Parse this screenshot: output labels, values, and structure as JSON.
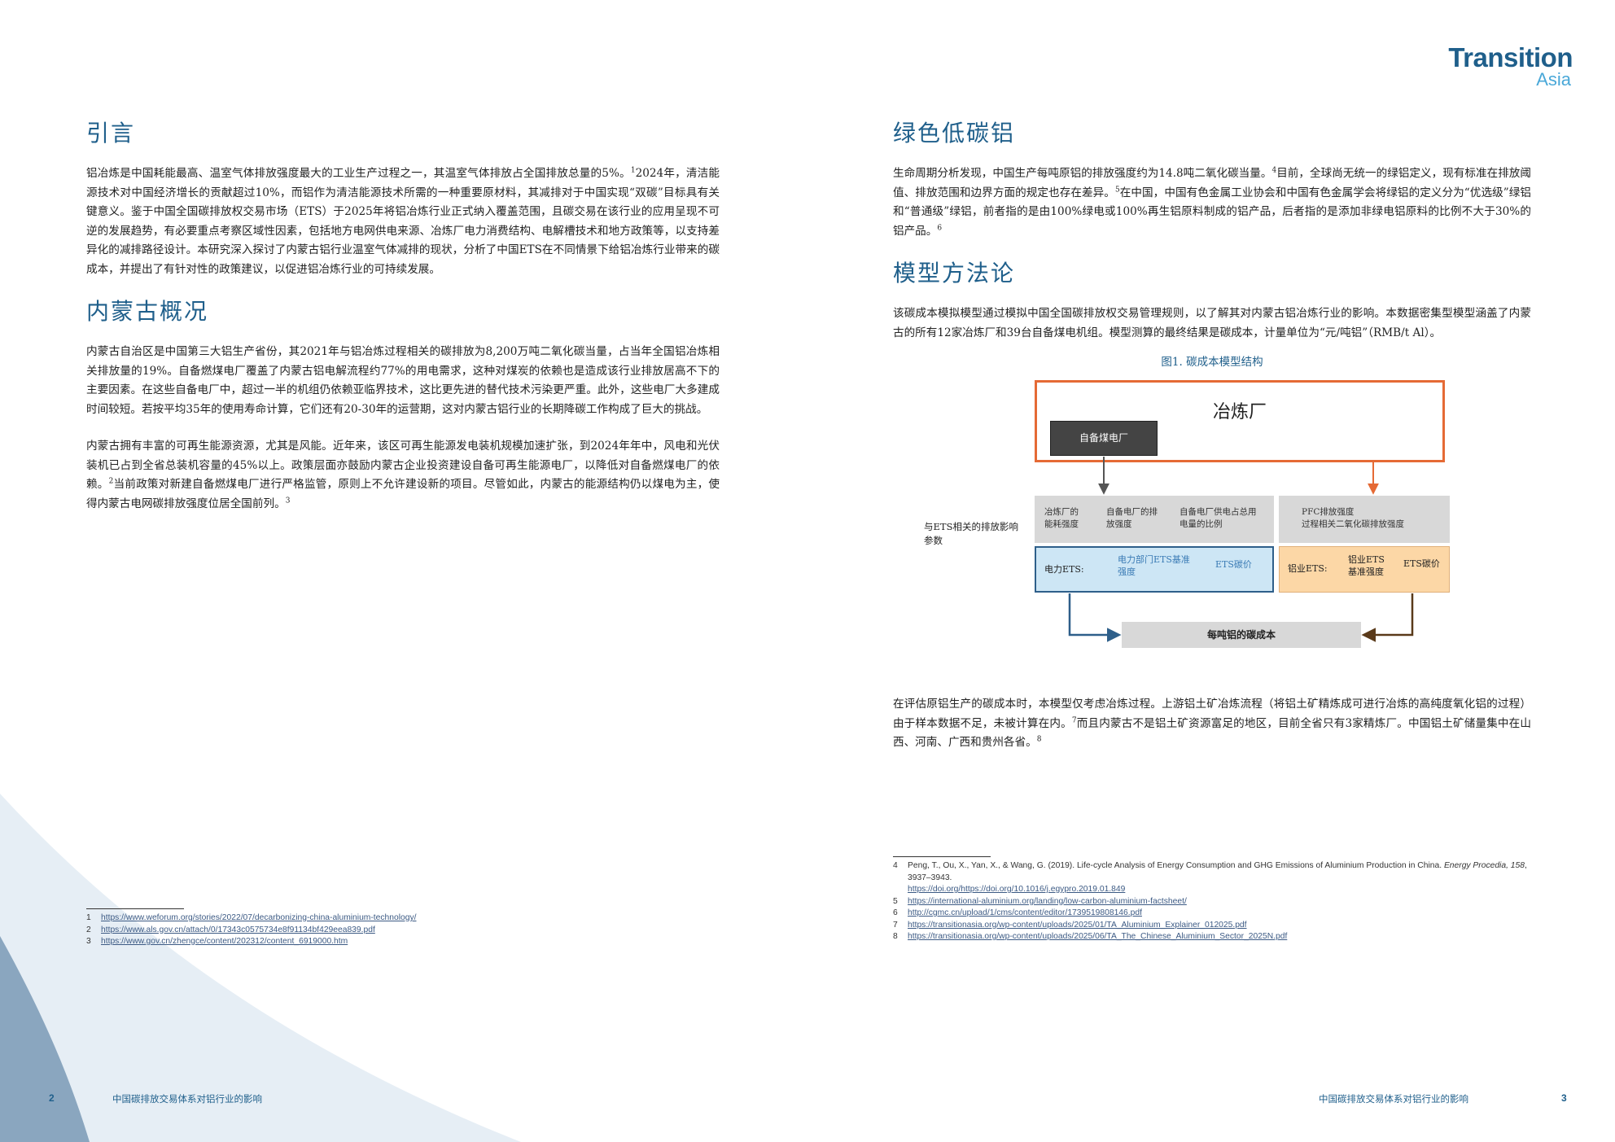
{
  "brand": {
    "line1": "Transition",
    "line2": "Asia"
  },
  "left": {
    "s1": {
      "heading": "引言",
      "p1": "铝冶炼是中国耗能最高、温室气体排放强度最大的工业生产过程之一，其温室气体排放占全国排放总量的5%。",
      "fn": "1",
      "p1b": "2024年，清洁能源技术对中国经济增长的贡献超过10%，而铝作为清洁能源技术所需的一种重要原材料，其减排对于中国实现“双碳”目标具有关键意义。鉴于中国全国碳排放权交易市场（ETS）于2025年将铝冶炼行业正式纳入覆盖范围，且碳交易在该行业的应用呈现不可逆的发展趋势，有必要重点考察区域性因素，包括地方电网供电来源、冶炼厂电力消费结构、电解槽技术和地方政策等，以支持差异化的减排路径设计。本研究深入探讨了内蒙古铝行业温室气体减排的现状，分析了中国ETS在不同情景下给铝冶炼行业带来的碳成本，并提出了有针对性的政策建议，以促进铝冶炼行业的可持续发展。"
    },
    "s2": {
      "heading": "内蒙古概况",
      "p1": "内蒙古自治区是中国第三大铝生产省份，其2021年与铝冶炼过程相关的碳排放为8,200万吨二氧化碳当量，占当年全国铝冶炼相关排放量的19%。自备燃煤电厂覆盖了内蒙古铝电解流程约77%的用电需求，这种对煤炭的依赖也是造成该行业排放居高不下的主要因素。在这些自备电厂中，超过一半的机组仍依赖亚临界技术，这比更先进的替代技术污染更严重。此外，这些电厂大多建成时间较短。若按平均35年的使用寿命计算，它们还有20-30年的运营期，这对内蒙古铝行业的长期降碳工作构成了巨大的挑战。",
      "p2": "内蒙古拥有丰富的可再生能源资源，尤其是风能。近年来，该区可再生能源发电装机规模加速扩张，到2024年年中，风电和光伏装机已占到全省总装机容量的45%以上。政策层面亦鼓励内蒙古企业投资建设自备可再生能源电厂，以降低对自备燃煤电厂的依赖。",
      "fn2": "2",
      "p2b": "当前政策对新建自备燃煤电厂进行严格监管，原则上不允许建设新的项目。尽管如此，内蒙古的能源结构仍以煤电为主，使得内蒙古电网碳排放强度位居全国前列。",
      "fn3": "3"
    },
    "footnotes": [
      {
        "n": "1",
        "url": "https://www.weforum.org/stories/2022/07/decarbonizing-china-aluminium-technology/"
      },
      {
        "n": "2",
        "url": "https://www.als.gov.cn/attach/0/17343c0575734e8f91134bf429eea839.pdf"
      },
      {
        "n": "3",
        "url": "https://www.gov.cn/zhengce/content/202312/content_6919000.htm"
      }
    ],
    "footer": "中国碳排放交易体系对铝行业的影响",
    "page": "2"
  },
  "right": {
    "s3": {
      "heading": "绿色低碳铝",
      "p1": "生命周期分析发现，中国生产每吨原铝的排放强度约为14.8吨二氧化碳当量。",
      "fn4": "4",
      "p1b": "目前，全球尚无统一的绿铝定义，现有标准在排放阈值、排放范围和边界方面的规定也存在差异。",
      "fn5": "5",
      "p1c": "在中国，中国有色金属工业协会和中国有色金属学会将绿铝的定义分为“优选级”绿铝和“普通级”绿铝，前者指的是由100%绿电或100%再生铝原料制成的铝产品，后者指的是添加非绿电铝原料的比例不大于30%的铝产品。",
      "fn6": "6"
    },
    "s4": {
      "heading": "模型方法论",
      "p1": "该碳成本模拟模型通过模拟中国全国碳排放权交易管理规则，以了解其对内蒙古铝冶炼行业的影响。本数据密集型模型涵盖了内蒙古的所有12家冶炼厂和39台自备煤电机组。模型测算的最终结果是碳成本，计量单位为“元/吨铝”（RMB/t Al）。",
      "fig_caption": "图1. 碳成本模型结构",
      "p2": "在评估原铝生产的碳成本时，本模型仅考虑冶炼过程。上游铝土矿冶炼流程（将铝土矿精炼成可进行冶炼的高纯度氧化铝的过程）由于样本数据不足，未被计算在内。",
      "fn7": "7",
      "p2b": "而且内蒙古不是铝土矿资源富足的地区，目前全省只有3家精炼厂。中国铝土矿储量集中在山西、河南、广西和贵州各省。",
      "fn8": "8"
    },
    "diagram": {
      "smelter": "冶炼厂",
      "coal_plant": "自备煤电厂",
      "grey_items": [
        {
          "l1": "冶炼厂的",
          "l2": "能耗强度"
        },
        {
          "l1": "自备电厂的排",
          "l2": "放强度"
        },
        {
          "l1": "自备电厂供电占总用",
          "l2": "电量的比例"
        }
      ],
      "grey_right": {
        "l1": "PFC排放强度",
        "l2": "过程相关二氧化碳排放强度"
      },
      "side_label": "与ETS相关的排放影响参数",
      "power_ets": {
        "label": "电力ETS:",
        "benchmark_l1": "电力部门ETS基准",
        "benchmark_l2": "强度",
        "price": "ETS碳价"
      },
      "al_ets": {
        "label": "铝业ETS:",
        "benchmark_l1": "铝业ETS",
        "benchmark_l2": "基准强度",
        "price": "ETS碳价"
      },
      "cost": "每吨铝的碳成本",
      "colors": {
        "orange": "#e56a35",
        "navy": "#2e5f8a",
        "brown": "#5a3a1a",
        "grey": "#d8d8d8"
      }
    },
    "footnotes": [
      {
        "n": "4",
        "text": "Peng, T., Ou, X., Yan, X., & Wang, G. (2019). Life-cycle Analysis of Energy Consumption and GHG Emissions of Aluminium Production in China. ",
        "journal": "Energy Procedia, 158",
        "text2": ", 3937–3943.",
        "url": "https://doi.org/https://doi.org/10.1016/j.egypro.2019.01.849"
      },
      {
        "n": "5",
        "url": "https://international-aluminium.org/landing/low-carbon-aluminium-factsheet/"
      },
      {
        "n": "6",
        "url": "http://cgmc.cn/upload/1/cms/content/editor/1739519808146.pdf"
      },
      {
        "n": "7",
        "url": "https://transitionasia.org/wp-content/uploads/2025/01/TA_Aluminium_Explainer_012025.pdf"
      },
      {
        "n": "8",
        "url": "https://transitionasia.org/wp-content/uploads/2025/06/TA_The_Chinese_Aluminium_Sector_2025N.pdf"
      }
    ],
    "footer": "中国碳排放交易体系对铝行业的影响",
    "page": "3"
  }
}
